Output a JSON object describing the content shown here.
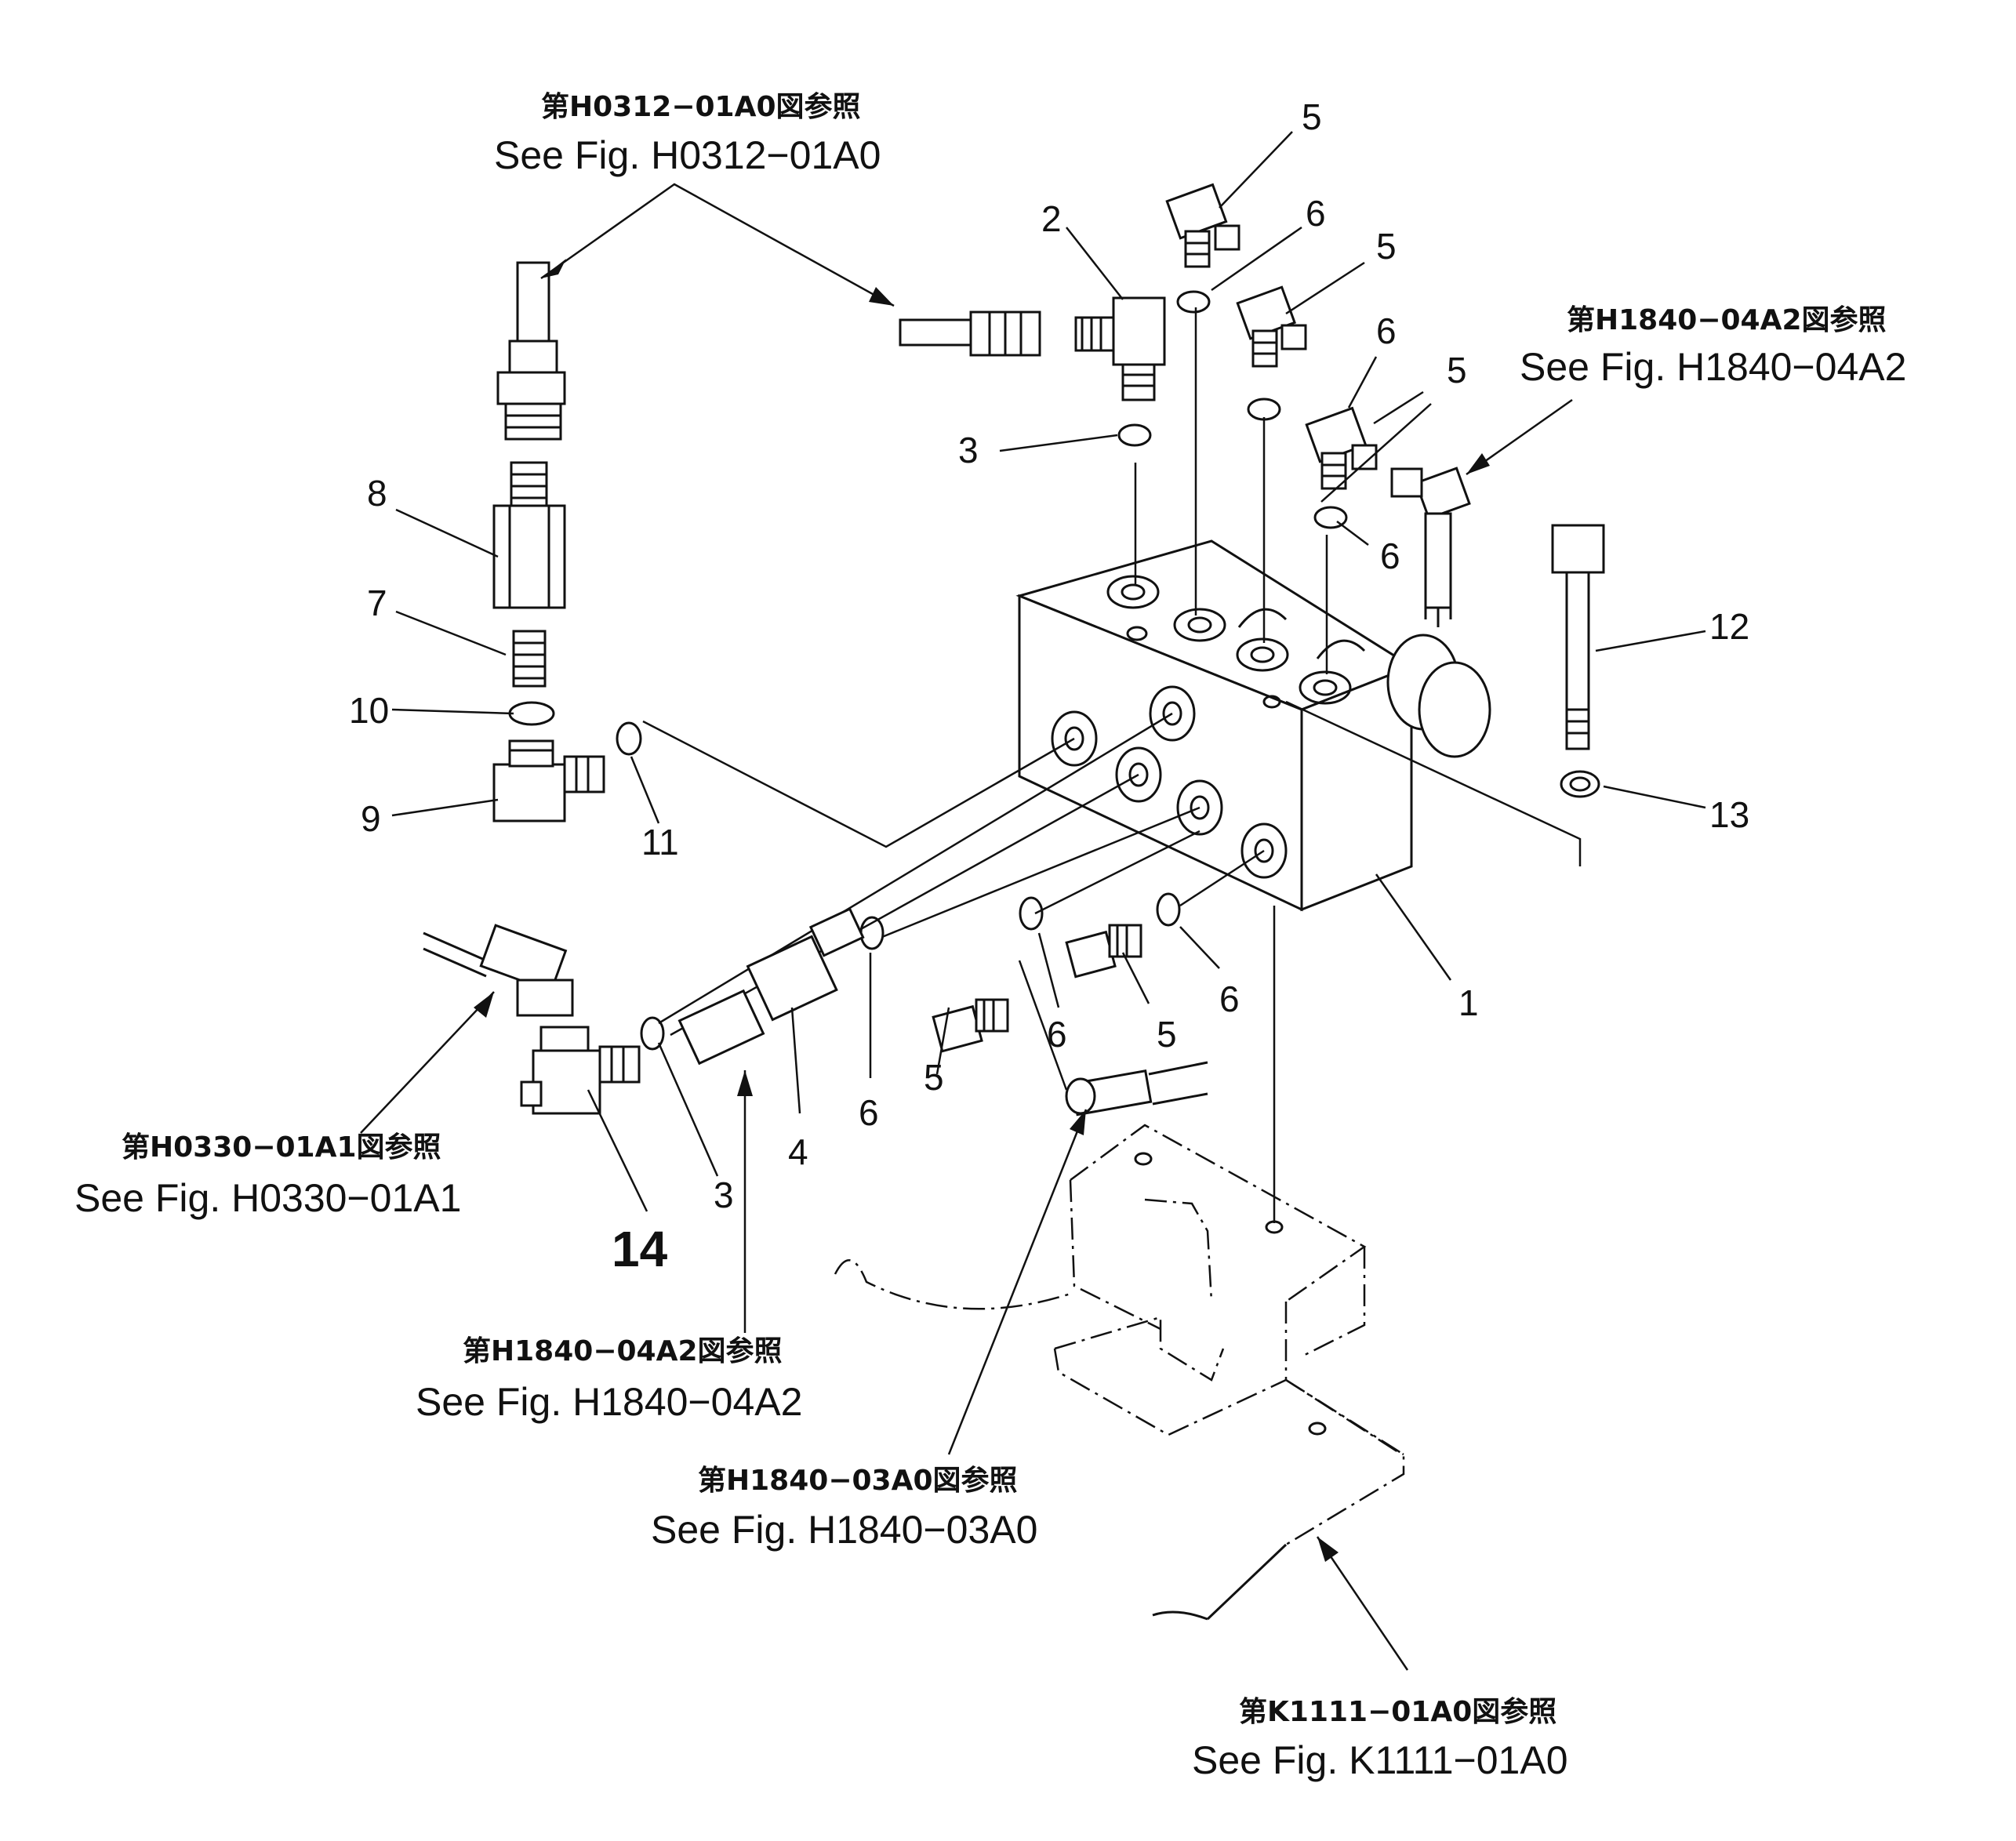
{
  "figure_refs": [
    {
      "id": "ref-h0312",
      "jp": "第H0312−01A0図参照",
      "en": "See Fig. H0312−01A0"
    },
    {
      "id": "ref-h1840-04a2-right",
      "jp": "第H1840−04A2図参照",
      "en": "See Fig. H1840−04A2"
    },
    {
      "id": "ref-h0330",
      "jp": "第H0330−01A1図参照",
      "en": "See Fig. H0330−01A1"
    },
    {
      "id": "ref-h1840-04a2-bottom",
      "jp": "第H1840−04A2図参照",
      "en": "See Fig. H1840−04A2"
    },
    {
      "id": "ref-h1840-03a0",
      "jp": "第H1840−03A0図参照",
      "en": "See Fig. H1840−03A0"
    },
    {
      "id": "ref-k1111",
      "jp": "第K1111−01A0図参照",
      "en": "See Fig. K1111−01A0"
    }
  ],
  "callouts": {
    "c1": "1",
    "c2": "2",
    "c3a": "3",
    "c3b": "3",
    "c4": "4",
    "c5a": "5",
    "c5b": "5",
    "c5c": "5",
    "c5d": "5",
    "c5e": "5",
    "c6a": "6",
    "c6b": "6",
    "c6c": "6",
    "c6d": "6",
    "c6e": "6",
    "c6f": "6",
    "c7": "7",
    "c8": "8",
    "c9": "9",
    "c10": "10",
    "c11": "11",
    "c12": "12",
    "c13": "13",
    "c14": "14"
  }
}
